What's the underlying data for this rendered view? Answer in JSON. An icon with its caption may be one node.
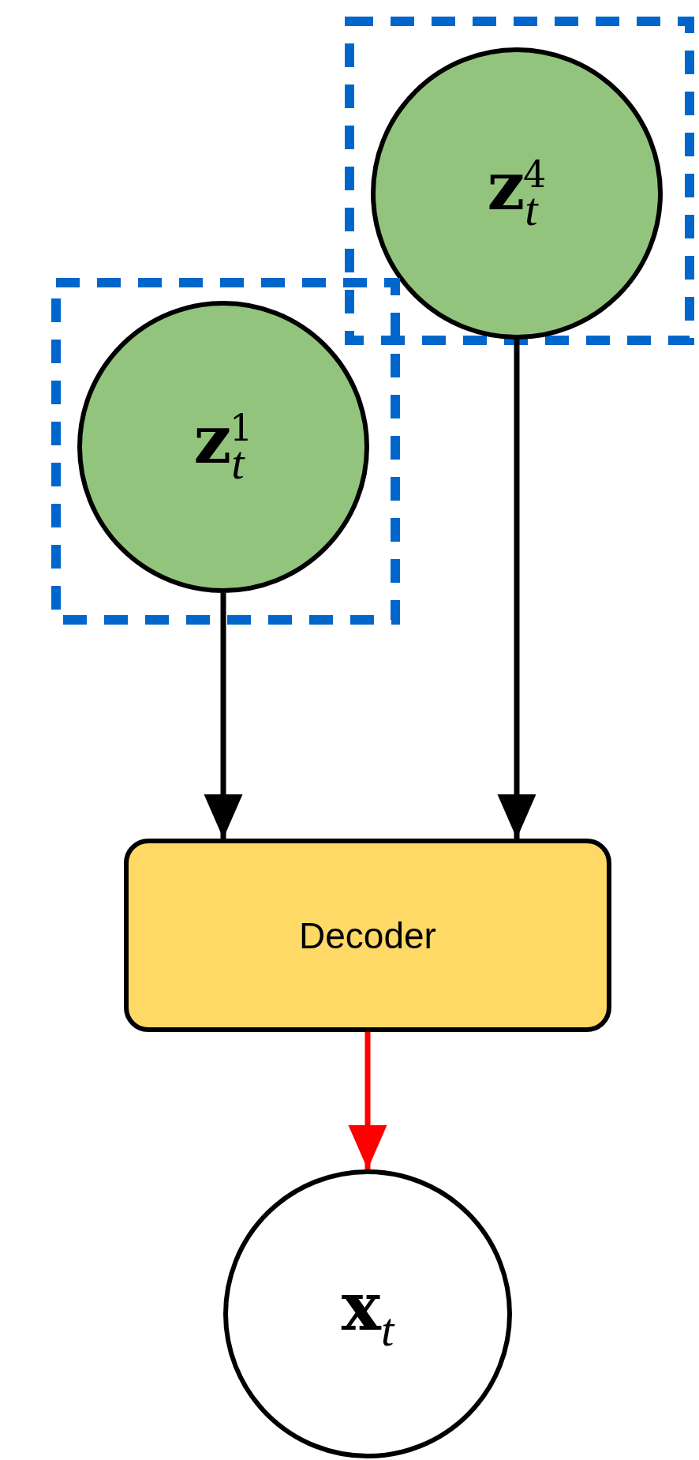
{
  "diagram": {
    "nodes": [
      {
        "text": [],
        "shape": "box"
      },
      {
        "text": [
          "**z**$_{t}$$^{4}$"
        ],
        "in": 0
      },
      {
        "text": [],
        "shape": "box"
      },
      {
        "text": [
          "**z**$_{t}$$^{1}$"
        ],
        "in": 2
      },
      {
        "text": [
          "Decoder"
        ]
      },
      {
        "text": [
          "**x**$_{t}$"
        ]
      }
    ],
    "edges": [
      {
        "from": 3,
        "to": 4,
        "arrow": "to"
      },
      {
        "from": 1,
        "to": 4,
        "arrow": "to"
      },
      {
        "from": 4,
        "to": 5,
        "arrow": "to",
        "color": "#ff0000"
      }
    ]
  }
}
